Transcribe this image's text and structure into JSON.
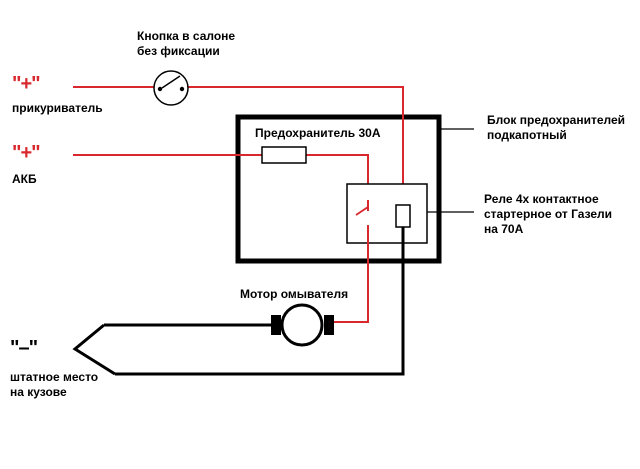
{
  "colors": {
    "positive_wire": "#d8282e",
    "ground_wire": "#000000",
    "label_text": "#000000",
    "background": "#ffffff"
  },
  "labels": {
    "button": "Кнопка в салоне\nбез фиксации",
    "fuse_block": "Блок предохранителей\nподкапотный",
    "fuse": "Предохранитель 30А",
    "relay": "Реле 4х контактное\nстартерное от Газели\nна 70А",
    "motor": "Мотор омывателя",
    "cigarette_lighter": "прикуриватель",
    "battery": "АКБ",
    "ground": "штатное место\nна кузове"
  },
  "terminals": {
    "plus_lighter": "\"+\"",
    "plus_battery": "\"+\"",
    "minus_ground": "\"–\""
  },
  "icons": {
    "button": "push-button-switch-icon",
    "fuse": "fuse-icon",
    "relay": "relay-icon",
    "motor": "motor-icon",
    "ground": "chassis-ground-icon"
  }
}
